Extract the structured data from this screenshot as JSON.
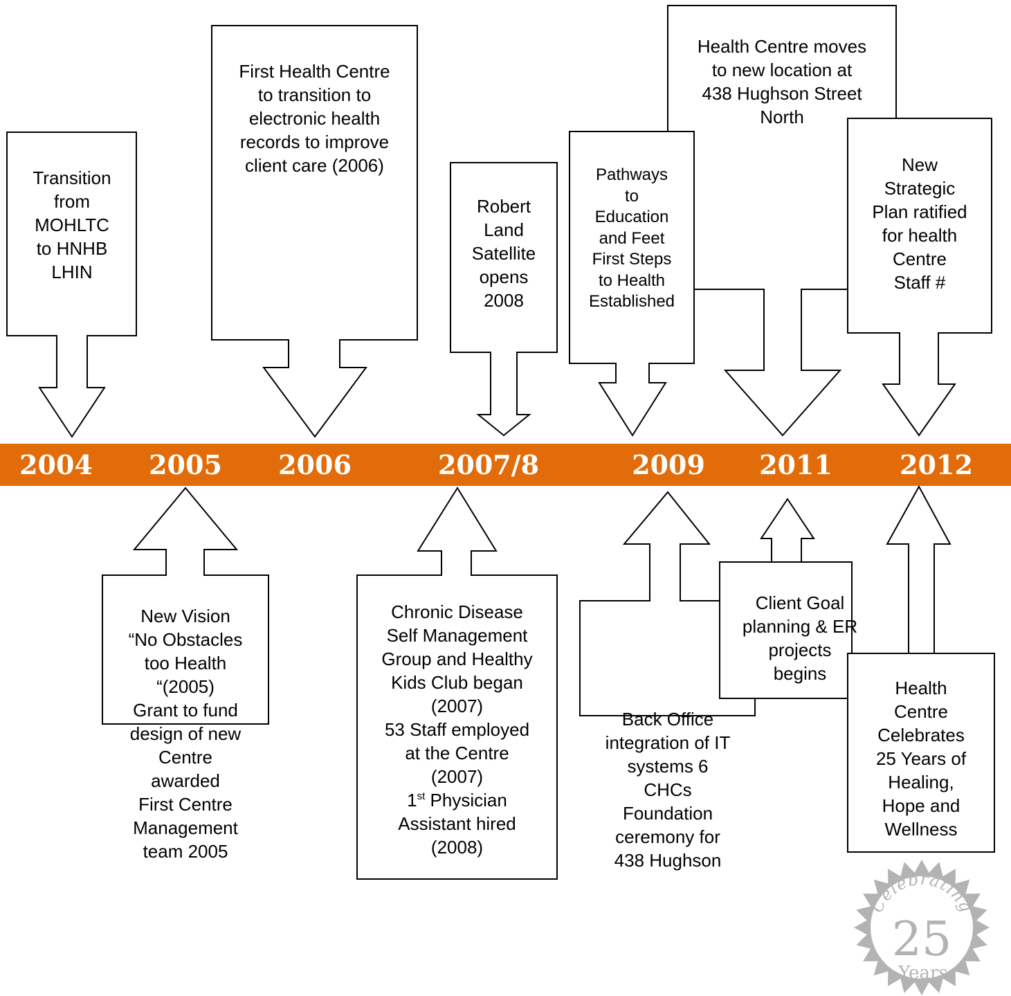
{
  "timeline": {
    "band_color": "#e36c0a",
    "years": [
      "2004",
      "2005",
      "2006",
      "2007/8",
      "2009",
      "2011",
      "2012"
    ]
  },
  "callouts": {
    "transition": "Transition\nfrom\nMOHLTC\nto HNHB\nLHIN",
    "first_health_centre": "First Health Centre\nto transition to\nelectronic health\nrecords to improve\nclient care (2006)",
    "robert_land": "Robert\nLand\nSatellite\nopens\n2008",
    "pathways": "Pathways\nto\nEducation\nand Feet\nFirst Steps\nto Health\nEstablished",
    "moves": "Health Centre moves\nto new location at\n438 Hughson Street\nNorth",
    "strategic_plan": "New\nStrategic\nPlan ratified\nfor health\nCentre\nStaff #",
    "new_vision": "New Vision\n“No Obstacles\ntoo Health\n“(2005)\nGrant to fund\ndesign of new\nCentre\nawarded\nFirst Centre\nManagement\nteam 2005",
    "chronic_disease": {
      "main": "Chronic Disease\nSelf Management\nGroup and Healthy\nKids Club began\n(2007)\n53 Staff employed\nat the Centre\n(2007)",
      "ordinal_number": "1",
      "ordinal_suffix": "st",
      "physician": " Physician",
      "tail": "Assistant hired\n(2008)"
    },
    "back_office": "Back Office\nintegration of IT\nsystems 6\nCHCs\nFoundation\nceremony for\n438 Hughson",
    "client_goal": "Client Goal\nplanning & ER\nprojects\nbegins",
    "celebrates": "Health\nCentre\nCelebrates\n25 Years of\nHealing,\nHope and\nWellness"
  },
  "badge": {
    "word": "Celebrating",
    "number": "25",
    "years": "Years",
    "color": "#b3b3b3"
  }
}
